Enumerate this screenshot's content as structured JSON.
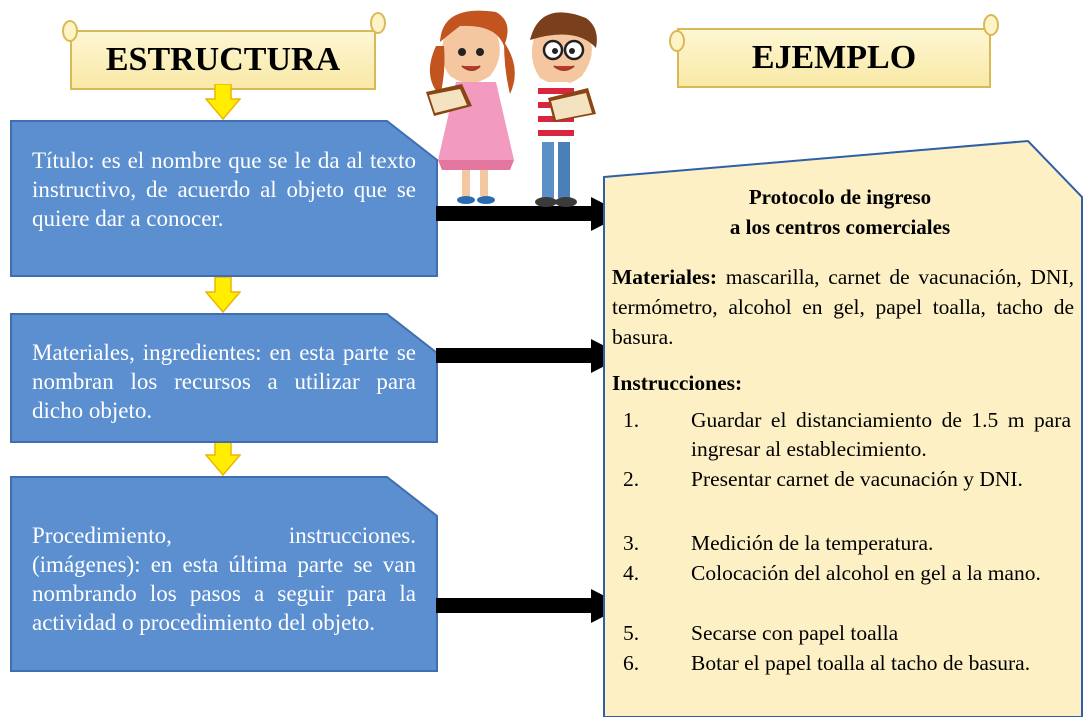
{
  "left": {
    "heading": "ESTRUCTURA",
    "boxes": [
      {
        "text": "Título: es el nombre que se le da al texto instructivo, de acuerdo al objeto que se quiere dar a conocer."
      },
      {
        "text": "Materiales, ingredientes: en esta parte se nombran los recursos a utilizar para dicho objeto."
      },
      {
        "text": "Procedimiento, instrucciones. (imágenes): en esta última parte se van nombrando los pasos a seguir para la actividad o procedimiento del objeto."
      }
    ]
  },
  "right": {
    "heading": "EJEMPLO",
    "title_line1": "Protocolo de ingreso",
    "title_line2": "a los centros comerciales",
    "materials_label": "Materiales:",
    "materials_text": "mascarilla, carnet de vacunación, DNI, termómetro, alcohol en gel, papel toalla, tacho de basura.",
    "instructions_label": "Instrucciones:",
    "instructions": [
      {
        "num": "1.",
        "text": "Guardar el distanciamiento de 1.5 m para ingresar al establecimiento."
      },
      {
        "num": "2.",
        "text": "Presentar carnet de vacunación y DNI."
      },
      {
        "num": "3.",
        "text": "Medición de la temperatura."
      },
      {
        "num": "4.",
        "text": "Colocación del alcohol en gel a la mano."
      },
      {
        "num": "5.",
        "text": "Secarse con papel toalla"
      },
      {
        "num": "6.",
        "text": "Botar el papel toalla al tacho de basura."
      }
    ]
  },
  "colors": {
    "box_blue": "#5b8fd0",
    "box_border": "#3f6fb0",
    "arrow_yellow": "#ffee00",
    "panel_bg": "#fdf0c5",
    "panel_border": "#2f5fa8"
  },
  "illustration": "children-reading-books"
}
